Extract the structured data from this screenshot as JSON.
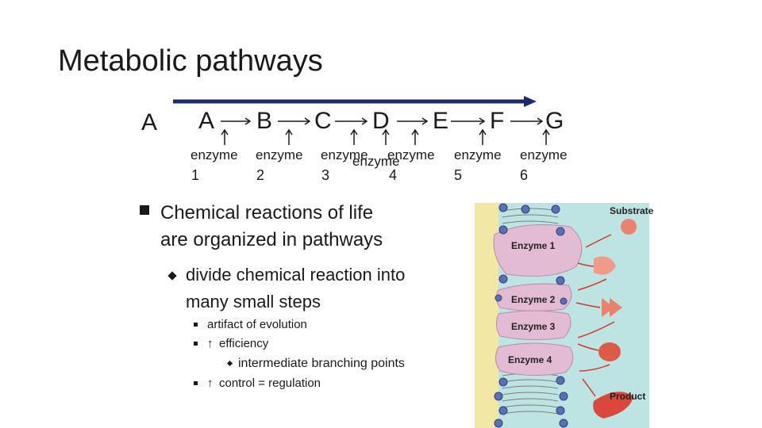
{
  "slide": {
    "title": "Metabolic pathways",
    "left_letter": "A"
  },
  "pathway": {
    "molecules": [
      "A",
      "B",
      "C",
      "D",
      "E",
      "F",
      "G"
    ],
    "enzymes": [
      {
        "label": "enzyme",
        "number": "1"
      },
      {
        "label": "enzyme",
        "number": "2"
      },
      {
        "label": "enzyme",
        "number": "3"
      },
      {
        "label": "enzyme",
        "number": "4"
      },
      {
        "label": "enzyme",
        "number": "5"
      },
      {
        "label": "enzyme",
        "number": "6"
      }
    ],
    "extra_enzyme_label": "enzyme",
    "arrow_color": "#1f2a6e"
  },
  "bullets": {
    "main_line1": "Chemical reactions of life",
    "main_line2": "are organized in pathways",
    "sub_line1": "divide chemical reaction into",
    "sub_line2": "many small steps",
    "point1": "artifact of evolution",
    "point2": "efficiency",
    "point2_sub": "intermediate branching points",
    "point3": "control = regulation",
    "up_arrow": "↑"
  },
  "figure": {
    "substrate_label": "Substrate",
    "product_label": "Product",
    "enzyme_labels": [
      "Enzyme 1",
      "Enzyme 2",
      "Enzyme 3",
      "Enzyme 4"
    ],
    "colors": {
      "cytosol": "#f3e7a6",
      "space": "#bde3e3",
      "enzyme": "#e3bcd4",
      "substrate": "#e9826f",
      "product": "#d9483a",
      "arrow": "#d23a2a"
    }
  }
}
